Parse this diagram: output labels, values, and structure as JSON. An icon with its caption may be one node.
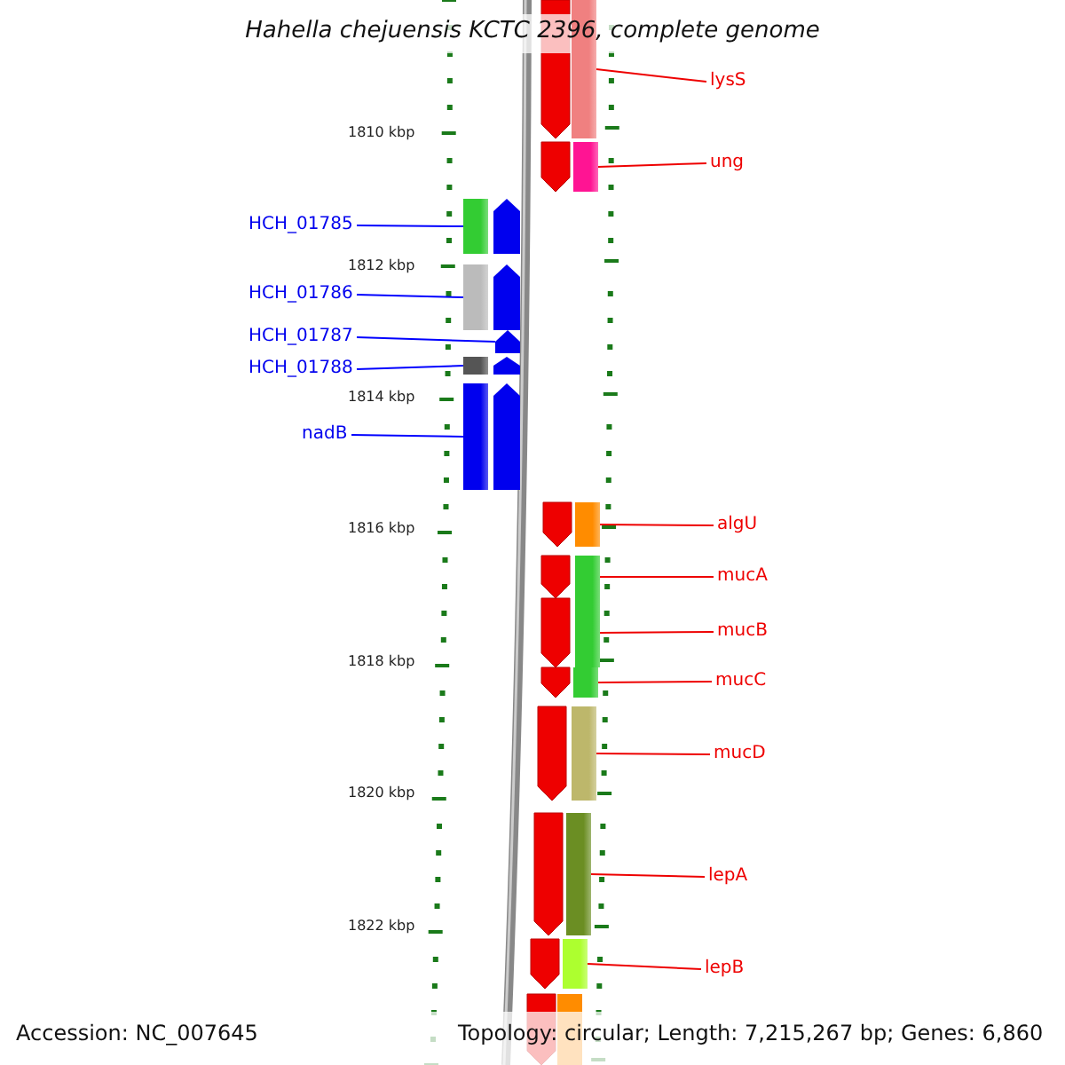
{
  "diagram": {
    "title": "Hahella chejuensis KCTC 2396, complete genome",
    "nodes": [
      {
        "text": [
          "lysS"
        ]
      },
      {
        "text": [],
        "shape": "bar"
      },
      {
        "text": [
          "ung"
        ]
      },
      {
        "text": [],
        "shape": "bar"
      },
      {
        "text": [
          "HCH_01785"
        ]
      },
      {
        "text": [],
        "shape": "bar"
      },
      {
        "text": [
          "HCH_01786"
        ]
      },
      {
        "text": [],
        "shape": "bar"
      },
      {
        "text": [
          "HCH_01787"
        ]
      },
      {
        "text": [],
        "shape": "arrow"
      },
      {
        "text": [
          "HCH_01788"
        ]
      },
      {
        "text": [],
        "shape": "bar"
      },
      {
        "text": [
          "nadB"
        ]
      },
      {
        "text": [],
        "shape": "bar"
      },
      {
        "text": [
          "algU"
        ]
      },
      {
        "text": [],
        "shape": "bar"
      },
      {
        "text": [
          "mucA"
        ]
      },
      {
        "text": [],
        "shape": "bar"
      },
      {
        "text": [
          "mucB"
        ]
      },
      {
        "text": [],
        "shape": "bar"
      },
      {
        "text": [
          "mucC"
        ]
      },
      {
        "text": [],
        "shape": "bar"
      },
      {
        "text": [
          "mucD"
        ]
      },
      {
        "text": [],
        "shape": "bar"
      },
      {
        "text": [
          "lepA"
        ]
      },
      {
        "text": [],
        "shape": "bar"
      },
      {
        "text": [
          "lepB"
        ]
      },
      {
        "text": [],
        "shape": "bar"
      }
    ],
    "edges": [
      {
        "from": 0,
        "to": 1,
        "arrow": "none"
      },
      {
        "from": 2,
        "to": 3,
        "arrow": "none"
      },
      {
        "from": 4,
        "to": 5,
        "arrow": "none",
        "color": "#0000ff"
      },
      {
        "from": 6,
        "to": 7,
        "arrow": "none",
        "color": "#0000ff"
      },
      {
        "from": 8,
        "to": 9,
        "arrow": "none",
        "color": "#0000ff"
      },
      {
        "from": 10,
        "to": 11,
        "arrow": "none",
        "color": "#0000ff"
      },
      {
        "from": 12,
        "to": 13,
        "arrow": "none",
        "color": "#0000ff"
      },
      {
        "from": 14,
        "to": 15,
        "arrow": "none"
      },
      {
        "from": 16,
        "to": 17,
        "arrow": "none"
      },
      {
        "from": 18,
        "to": 19,
        "arrow": "none"
      },
      {
        "from": 20,
        "to": 21,
        "arrow": "none"
      },
      {
        "from": 22,
        "to": 23,
        "arrow": "none"
      },
      {
        "from": 24,
        "to": 25,
        "arrow": "none"
      },
      {
        "from": 26,
        "to": 27,
        "arrow": "none"
      }
    ],
    "labels": [
      "1810 kbp",
      "1812 kbp",
      "1814 kbp",
      "1816 kbp",
      "1818 kbp",
      "1820 kbp",
      "1822 kbp",
      "Accession: NC_007645",
      "Topology: circular; Length: 7,215,267 bp; Genes: 6,860"
    ]
  }
}
